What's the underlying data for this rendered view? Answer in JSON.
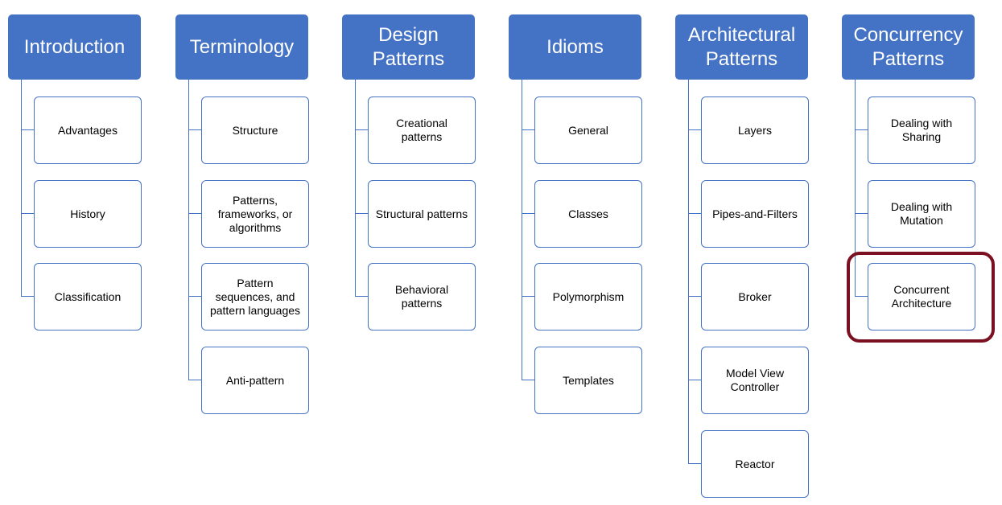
{
  "columns": [
    {
      "title": "Introduction",
      "items": [
        "Advantages",
        "History",
        "Classification"
      ]
    },
    {
      "title": "Terminology",
      "items": [
        "Structure",
        "Patterns,\nframeworks, or\nalgorithms",
        "Pattern\nsequences, and\npattern languages",
        "Anti-pattern"
      ]
    },
    {
      "title": "Design\nPatterns",
      "items": [
        "Creational\npatterns",
        "Structural patterns",
        "Behavioral\npatterns"
      ]
    },
    {
      "title": "Idioms",
      "items": [
        "General",
        "Classes",
        "Polymorphism",
        "Templates"
      ]
    },
    {
      "title": "Architectural\nPatterns",
      "items": [
        "Layers",
        "Pipes-and-Filters",
        "Broker",
        "Model View\nController",
        "Reactor"
      ]
    },
    {
      "title": "Concurrency\nPatterns",
      "items": [
        "Dealing with\nSharing",
        "Dealing with\nMutation",
        "Concurrent\nArchitecture"
      ]
    }
  ],
  "highlight": {
    "column": 5,
    "item": 2
  },
  "colors": {
    "header": "#4472c4",
    "connector": "#4472c4",
    "highlight": "#7b1020"
  }
}
